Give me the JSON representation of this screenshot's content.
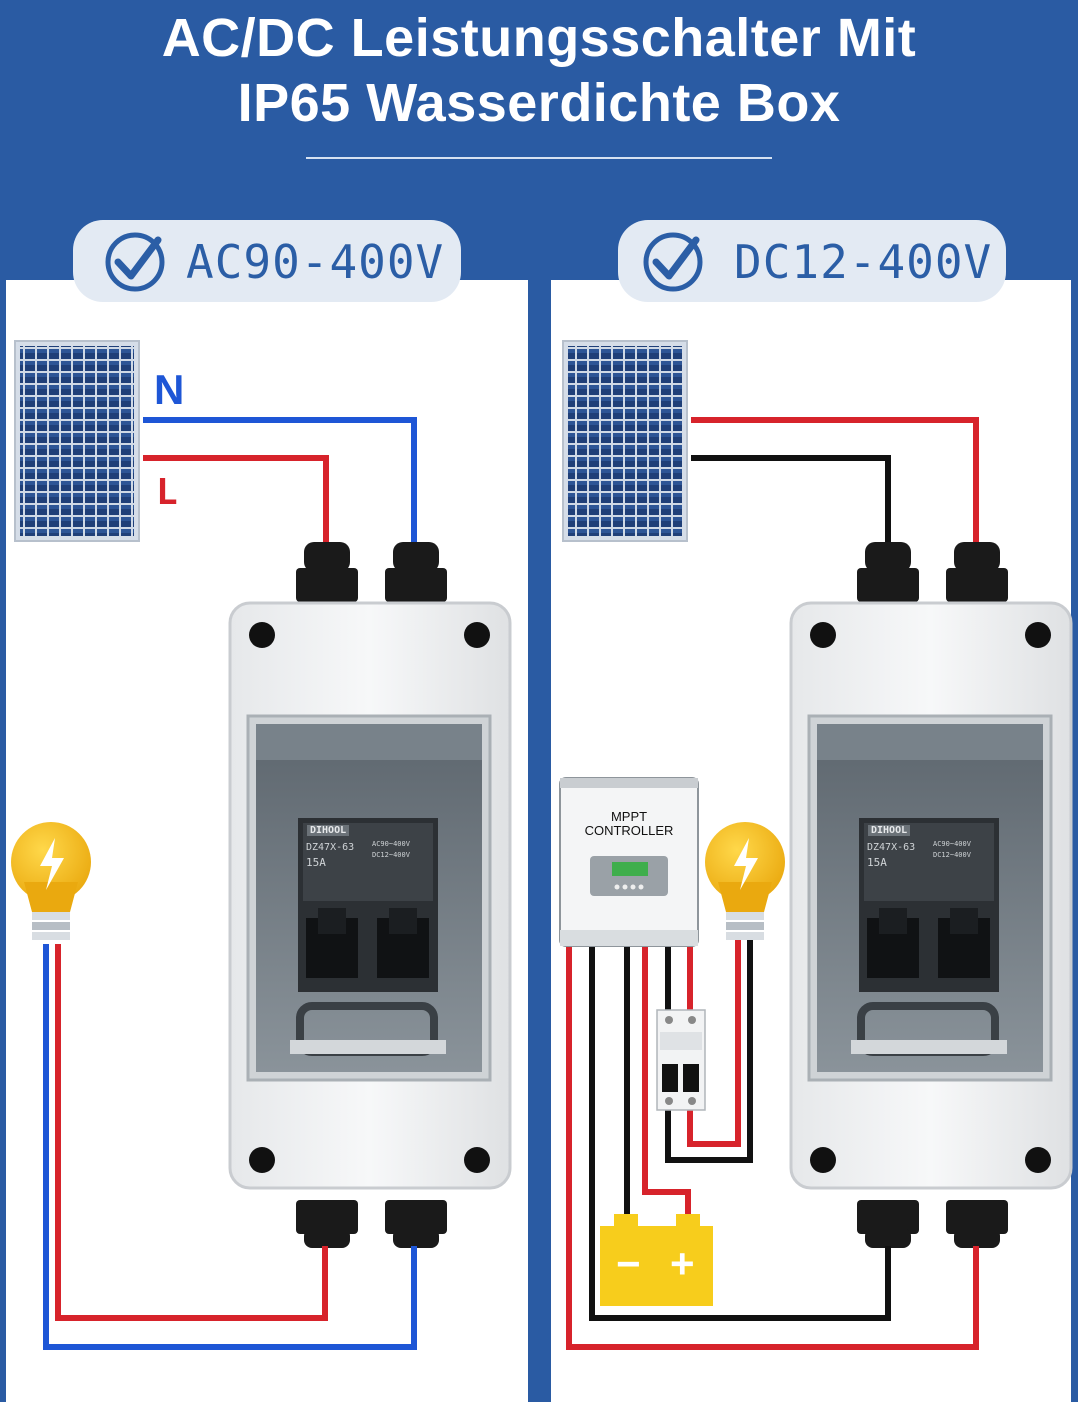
{
  "header": {
    "title_line1": "AC/DC Leistungsschalter Mit",
    "title_line2": "IP65 Wasserdichte Box"
  },
  "ac_panel": {
    "badge_label": "AC90-400V",
    "wire_n_label": "N",
    "wire_l_label": "L",
    "breaker": {
      "brand": "DIHOOL",
      "model": "DZ47X-63",
      "rating": "15A",
      "spec_ac": "AC90~400V",
      "spec_dc": "DC12~400V"
    }
  },
  "dc_panel": {
    "badge_label": "DC12-400V",
    "controller_label_line1": "MPPT",
    "controller_label_line2": "CONTROLLER",
    "battery_minus": "−",
    "battery_plus": "+",
    "breaker": {
      "brand": "DIHOOL",
      "model": "DZ47X-63",
      "rating": "15A",
      "spec_ac": "AC90~400V",
      "spec_dc": "DC12~400V"
    }
  },
  "colors": {
    "background": "#2a5ba3",
    "wire_red": "#d7232b",
    "wire_blue": "#1e56d6",
    "wire_black": "#111111",
    "bulb": "#f6c21c",
    "battery": "#f7cd1c"
  }
}
